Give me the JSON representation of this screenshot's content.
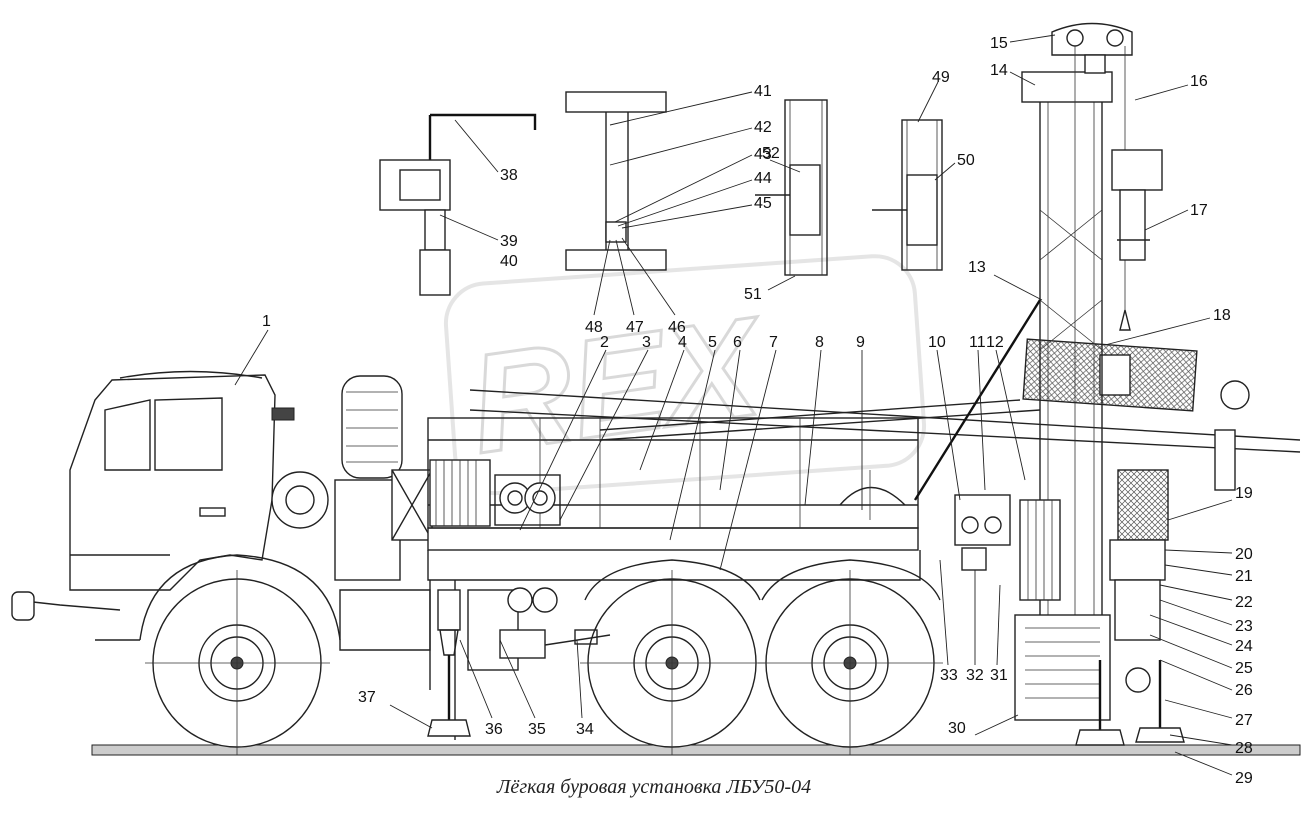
{
  "caption": "Лёгкая буровая установка ЛБУ50-04",
  "watermark_text": "REX",
  "callouts": [
    "1",
    "2",
    "3",
    "4",
    "5",
    "6",
    "7",
    "8",
    "9",
    "10",
    "11",
    "12",
    "13",
    "14",
    "15",
    "16",
    "17",
    "18",
    "19",
    "20",
    "21",
    "22",
    "23",
    "24",
    "25",
    "26",
    "27",
    "28",
    "29",
    "30",
    "31",
    "32",
    "33",
    "34",
    "35",
    "36",
    "37",
    "38",
    "39",
    "40",
    "41",
    "42",
    "43",
    "44",
    "45",
    "46",
    "47",
    "48",
    "49",
    "50",
    "51",
    "52"
  ]
}
